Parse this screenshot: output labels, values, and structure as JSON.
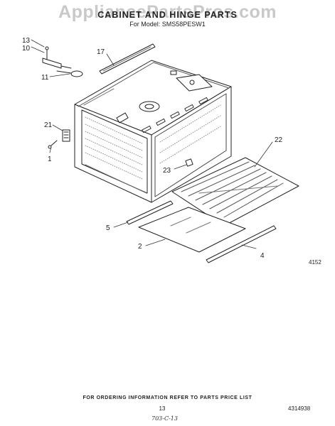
{
  "watermark": "AppliancePartsPros.com",
  "header": {
    "title": "CABINET AND HINGE PARTS",
    "subtitle": "For Model: SMS58PESW1"
  },
  "callouts": {
    "c13": "13",
    "c10": "10",
    "c11": "11",
    "c17": "17",
    "c21": "21",
    "c1": "1",
    "c22": "22",
    "c23": "23",
    "c5": "5",
    "c2": "2",
    "c4": "4"
  },
  "figure_number": "4152",
  "footer": {
    "ordering_note": "FOR ORDERING INFORMATION REFER TO PARTS PRICE LIST",
    "page_number": "13",
    "document_number": "4314938",
    "handwritten_note": "703-C-13"
  }
}
